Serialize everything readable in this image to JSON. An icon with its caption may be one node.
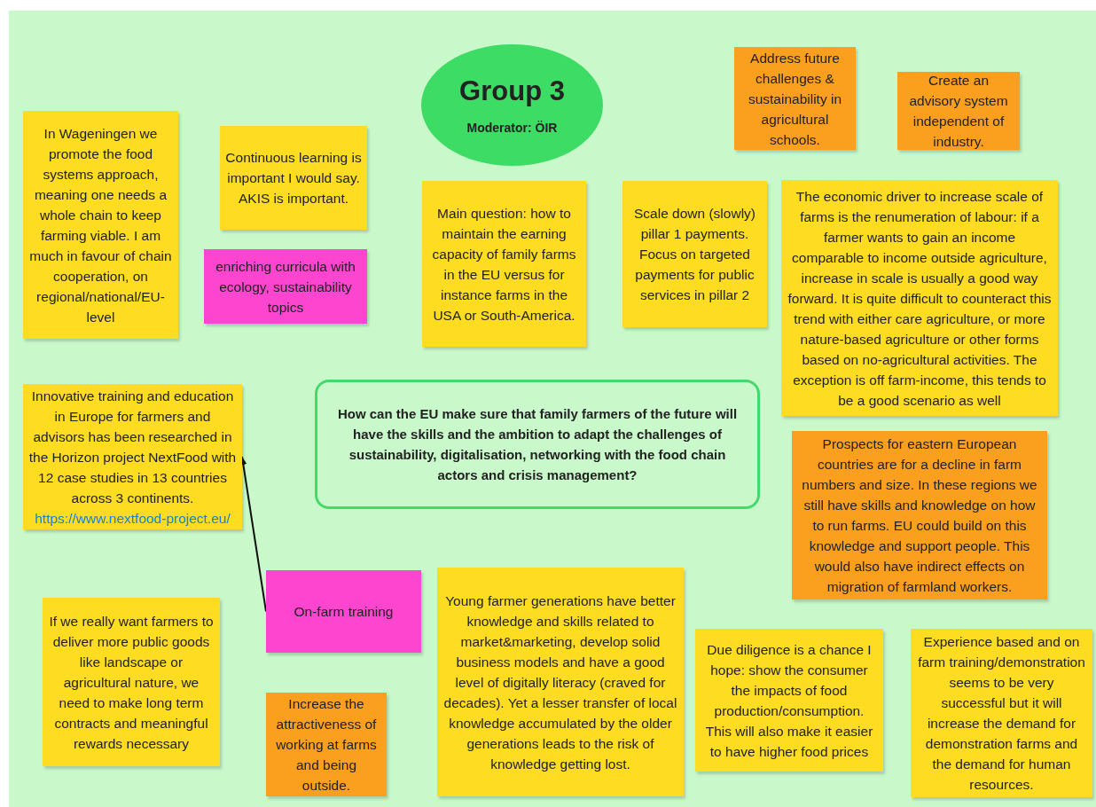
{
  "diagram": {
    "nodes": [
      {
        "text": [
          "Group 3",
          "Moderator: ÖIR"
        ]
      },
      {
        "text": [
          "Address future challenges & sustainability in agricultural schools."
        ]
      },
      {
        "text": [
          "Create an advisory system independent of industry."
        ]
      },
      {
        "text": [
          "In Wageningen we promote the food systems approach, meaning one needs a whole chain to keep farming viable. I am much in favour of chain cooperation, on regional/national/EU-level"
        ]
      },
      {
        "text": [
          "Continuous learning is important I would say. AKIS is important."
        ]
      },
      {
        "text": [
          "enriching curricula with ecology, sustainability topics"
        ]
      },
      {
        "text": [
          "Main question: how to maintain the earning capacity of family farms in the EU versus for instance farms in the USA or South-America."
        ]
      },
      {
        "text": [
          "Scale down (slowly) pillar 1 payments. Focus on targeted payments for public services in pillar 2"
        ]
      },
      {
        "text": [
          "The economic driver to increase scale of farms is the renumeration of labour: if a farmer wants to gain an income comparable to income outside agriculture, increase in scale is usually a good way forward. It is quite difficult to counteract this trend with either care agriculture, or more nature-based agriculture or other forms based on no-agricultural activities. The exception is off farm-income, this tends to be a good scenario as well"
        ]
      },
      {
        "text": [
          "Innovative training and education in Europe for farmers and advisors has been researched in the Horizon project NextFood with 12 case studies in 13 countries across 3 continents.",
          "https://www.nextfood-project.eu/"
        ]
      },
      {
        "text": [
          "How can the EU make sure that family farmers of the future will have the skills and the ambition to adapt the challenges of sustainability, digitalisation, networking with the food chain actors and crisis management?"
        ]
      },
      {
        "text": [
          "Prospects for eastern European countries are for a decline in farm numbers and size. In these regions we still have skills and knowledge on how to run farms. EU could build on this knowledge and support people. This would also have indirect effects on migration of farmland workers."
        ]
      },
      {
        "text": [
          "On-farm training"
        ]
      },
      {
        "text": [
          "If we really want farmers to deliver more public goods like landscape or agricultural nature, we need to make long term contracts and meaningful rewards necessary"
        ]
      },
      {
        "text": [
          "Young farmer generations have better knowledge and skills related to market&marketing, develop solid business models and have a good level of digitally literacy (craved for decades). Yet a lesser transfer of local knowledge accumulated by the older generations leads to the risk of knowledge getting lost."
        ]
      },
      {
        "text": [
          "Increase the attractiveness of working at farms and being outside."
        ]
      },
      {
        "text": [
          "Due diligence is a chance I hope: show the consumer the impacts of food production/consumption. This will also make it easier to have higher food prices"
        ]
      },
      {
        "text": [
          "Experience based and on farm training/demonstration seems to be very successful but it will increase the demand for demonstration farms and the demand for human resources."
        ]
      }
    ],
    "edges": [
      {
        "from": 12,
        "to": 9,
        "arrow": "to"
      }
    ]
  }
}
